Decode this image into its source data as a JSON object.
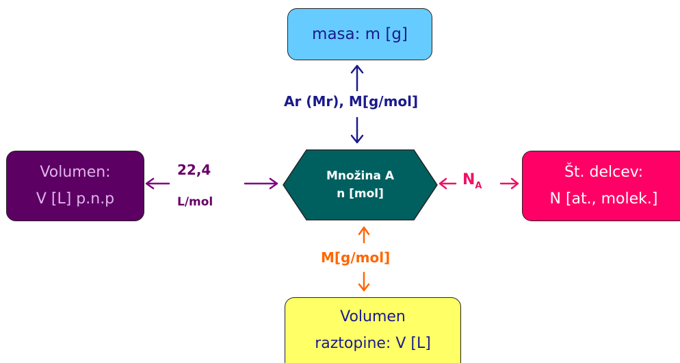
{
  "nodes": {
    "center": {
      "line1": "Množina A",
      "line2": "n [mol]"
    },
    "mass": {
      "text": "masa: m [g]"
    },
    "gas_volume": {
      "line1": "Volumen:",
      "line2": "V [L] p.n.p"
    },
    "particles": {
      "line1": "Št. delcev:",
      "line2": "N [at., molek.]"
    },
    "solution_volume": {
      "line1": "Volumen",
      "line2": "raztopine: V [L]"
    }
  },
  "edges": {
    "mass": {
      "label": "Ar (Mr), M[g/mol]"
    },
    "gas_volume": {
      "label_line1": "22,4",
      "label_line2": "L/mol"
    },
    "particles": {
      "label": "N",
      "label_sub": "A"
    },
    "solution_volume": {
      "label": "M[g/mol]"
    }
  },
  "colors": {
    "center_fill": "#006060",
    "mass_fill": "#66ccff",
    "gas_fill": "#5c0063",
    "particles_fill": "#ff0066",
    "solution_fill": "#ffff66",
    "arrow_mass": "#1a1a8c",
    "arrow_gas": "#800080",
    "arrow_particles": "#ee1166",
    "arrow_solution": "#ff6600"
  }
}
